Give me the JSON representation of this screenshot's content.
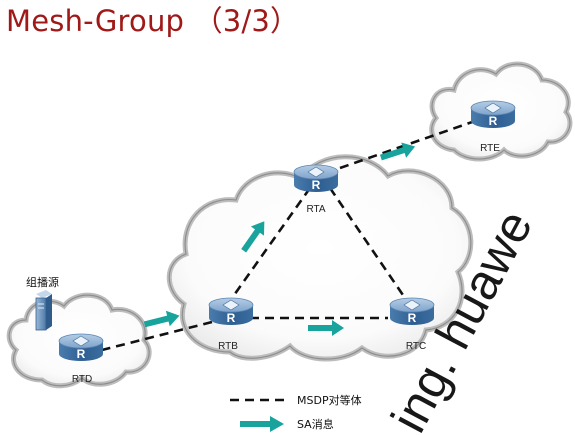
{
  "title": "Mesh-Group （3/3）",
  "nodes": {
    "rta": "RTA",
    "rtb": "RTB",
    "rtc": "RTC",
    "rtd": "RTD",
    "rte": "RTE",
    "router_letter": "R"
  },
  "source_label": "组播源",
  "legend": {
    "peer": "MSDP对等体",
    "sa": "SA消息"
  },
  "watermark": "ing. huawe",
  "colors": {
    "title": "#a01919",
    "router_top": "#8fb2d6",
    "router_body": "#3d6e9f",
    "arrow": "#18a39c",
    "cloud_edge": "#b6b6b6"
  }
}
